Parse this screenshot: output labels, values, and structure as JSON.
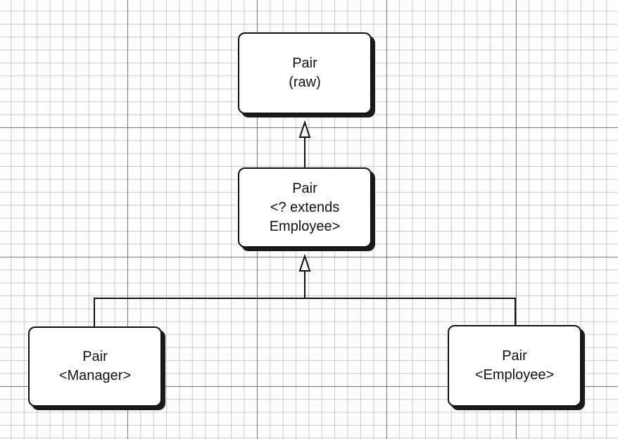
{
  "nodes": {
    "raw": {
      "line1": "Pair",
      "line2": "(raw)"
    },
    "extends": {
      "line1": "Pair",
      "line2": "<? extends",
      "line3": "Employee>"
    },
    "manager": {
      "line1": "Pair",
      "line2": "<Manager>"
    },
    "employee": {
      "line1": "Pair",
      "line2": "<Employee>"
    }
  },
  "edges": [
    {
      "from": "extends",
      "to": "raw",
      "kind": "inheritance-hollow-triangle"
    },
    {
      "from": "manager",
      "to": "extends",
      "kind": "inheritance-hollow-triangle"
    },
    {
      "from": "employee",
      "to": "extends",
      "kind": "inheritance-hollow-triangle"
    }
  ],
  "colors": {
    "line": "#111111",
    "box_fill": "#ffffff",
    "grid_bg": "#fdfdfd"
  }
}
